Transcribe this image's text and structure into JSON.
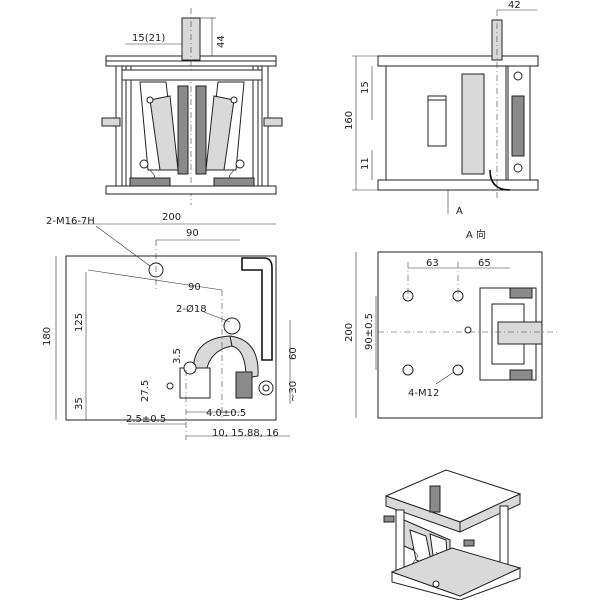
{
  "views": {
    "front": {
      "dim_width_top": "15(21)",
      "dim_height_top": "44"
    },
    "side": {
      "dim_top": "42",
      "dim_height": "160",
      "dim_upper": "15",
      "dim_lower": "11",
      "section_mark": "A"
    },
    "plan": {
      "tap_label": "2-M16-7H",
      "dim_width": "200",
      "dim_90_upper": "90",
      "dim_90_lower": "90",
      "hole_label": "2-Ø18",
      "dim_180": "180",
      "dim_125": "125",
      "dim_35": "35",
      "dim_3_5": "3.5",
      "dim_60": "60",
      "dim_30": "~30",
      "dim_27_5": "27.5",
      "dim_2_5": "2.5±0.5",
      "dim_4_0": "4.0±0.5",
      "dim_rail": "10, 15.88, 16"
    },
    "a_view": {
      "title": "A 向",
      "dim_63": "63",
      "dim_65": "65",
      "dim_200": "200",
      "dim_90": "90±0.5",
      "bolt_label": "4-M12"
    }
  }
}
